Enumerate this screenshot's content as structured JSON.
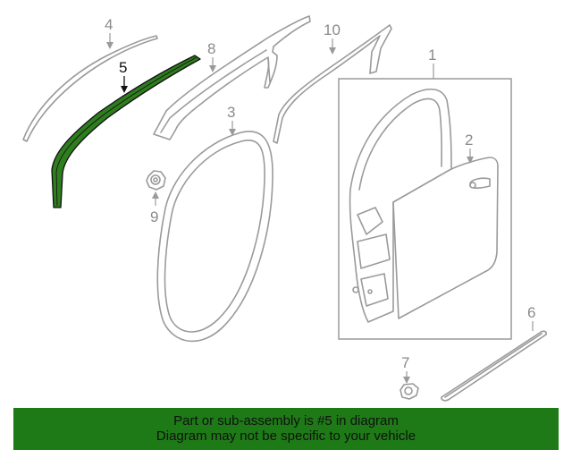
{
  "diagram": {
    "highlight_color": "#2e7d1e",
    "highlighted_part": "5",
    "callouts": {
      "p1": "1",
      "p2": "2",
      "p3": "3",
      "p4": "4",
      "p5": "5",
      "p6": "6",
      "p7": "7",
      "p8": "8",
      "p9": "9",
      "p10": "10"
    }
  },
  "banner": {
    "background": "#1e7a17",
    "line1": "Part or sub-assembly is #5 in diagram",
    "line2": "Diagram may not be specific to your vehicle"
  }
}
